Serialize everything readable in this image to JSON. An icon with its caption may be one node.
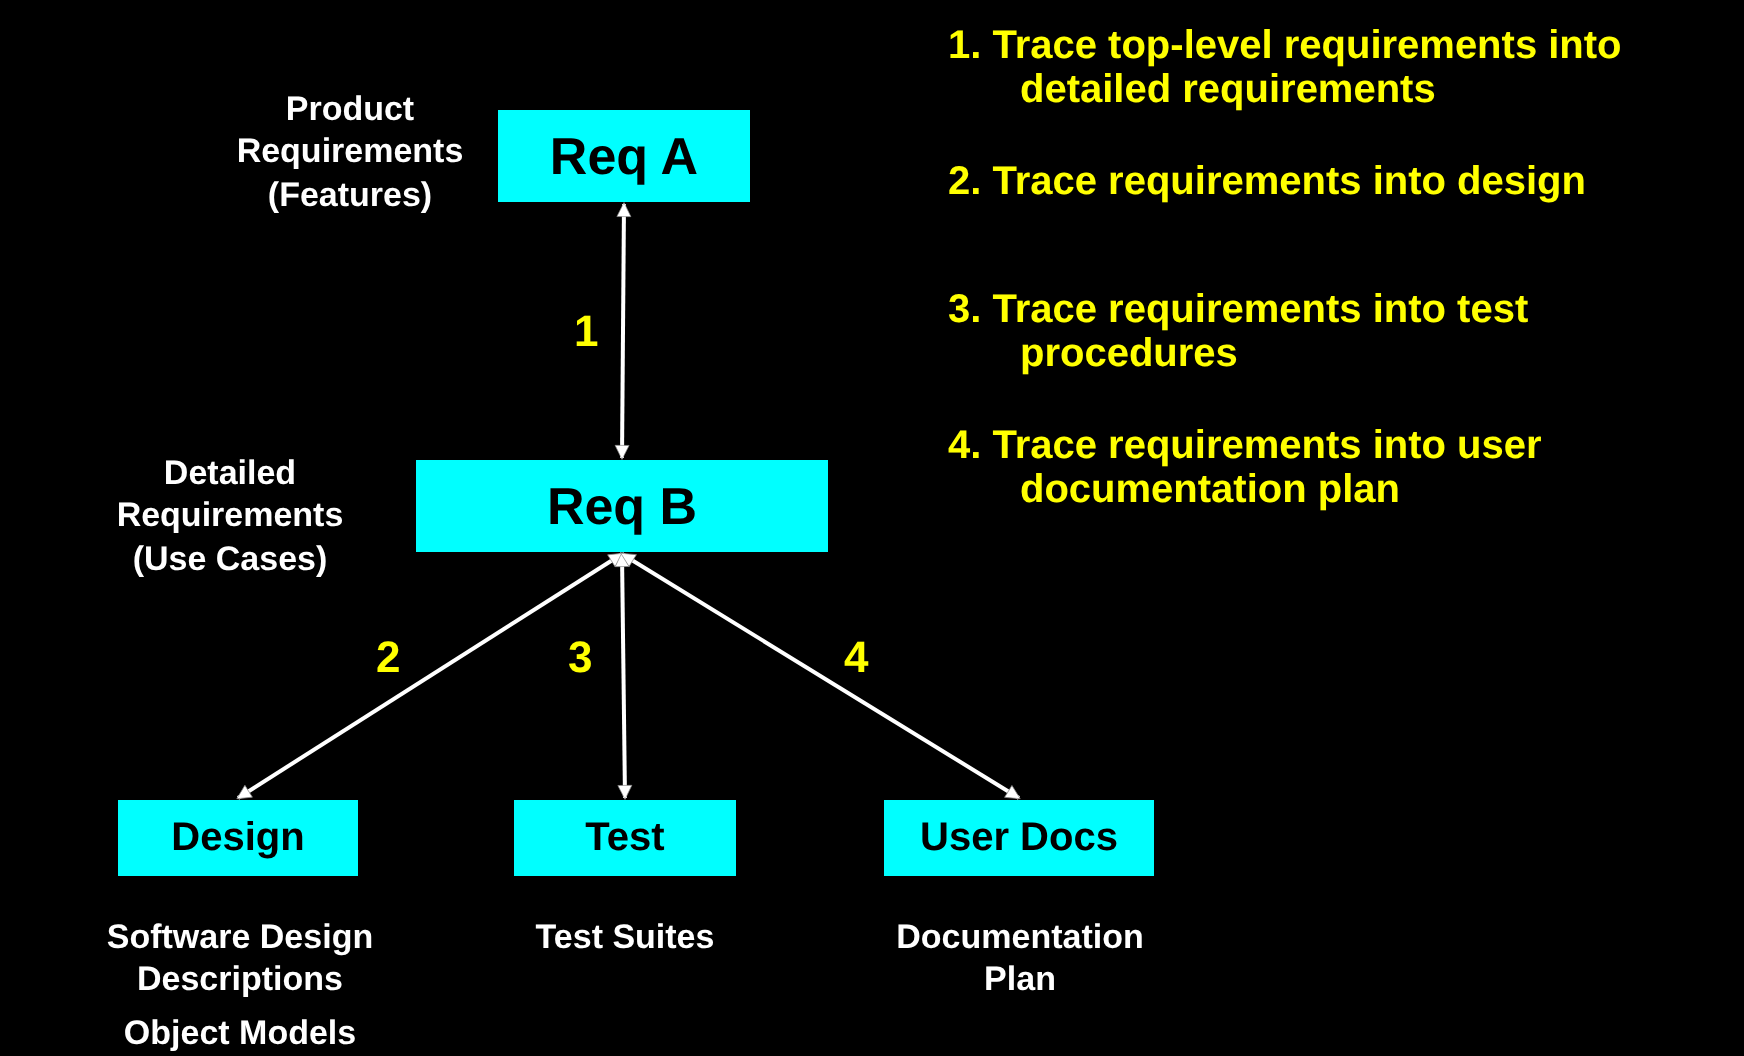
{
  "diagram": {
    "nodes": [
      {
        "text": [
          "Req A"
        ],
        "beside": [
          "Product Requirements (Features)"
        ]
      },
      {
        "text": [
          "Req B"
        ],
        "beside": [
          "Detailed Requirements (Use Cases)"
        ]
      },
      {
        "text": [
          "Design"
        ],
        "beside": [
          "Software Design Descriptions",
          "Object Models"
        ]
      },
      {
        "text": [
          "Test"
        ],
        "beside": [
          "Test Suites"
        ]
      },
      {
        "text": [
          "User Docs"
        ],
        "beside": [
          "Documentation Plan"
        ]
      }
    ],
    "edges": [
      {
        "from": 0,
        "to": 1,
        "arrow": "both",
        "label": "1"
      },
      {
        "from": 1,
        "to": 2,
        "arrow": "both",
        "label": "2"
      },
      {
        "from": 1,
        "to": 3,
        "arrow": "both",
        "label": "3"
      },
      {
        "from": 1,
        "to": 4,
        "arrow": "both",
        "label": "4"
      }
    ],
    "labels": [
      "1. Trace top-level requirements into detailed requirements",
      "2. Trace requirements into design",
      "3. Trace requirements into test procedures",
      "4. Trace requirements into user documentation plan"
    ]
  }
}
